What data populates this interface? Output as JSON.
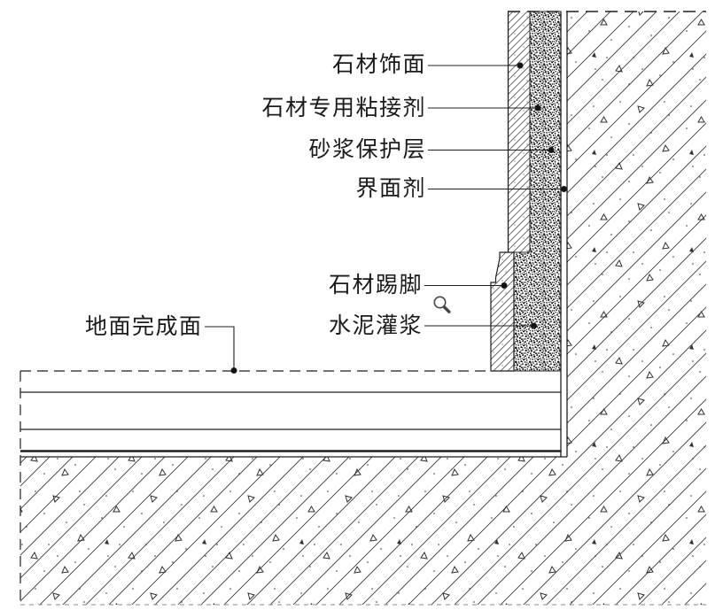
{
  "drawing": {
    "type": "construction-detail-section",
    "background_color": "#ffffff",
    "line_color": "#1f1f1f",
    "labels": {
      "stone_finish": "石材饰面",
      "stone_adhesive": "石材专用粘接剂",
      "mortar_protection_layer": "砂浆保护层",
      "interface_agent": "界面剂",
      "stone_skirting": "石材踢脚",
      "cement_grout": "水泥灌浆",
      "floor_finish_level": "地面完成面"
    },
    "icons": [
      {
        "name": "magnifier-icon"
      }
    ]
  }
}
